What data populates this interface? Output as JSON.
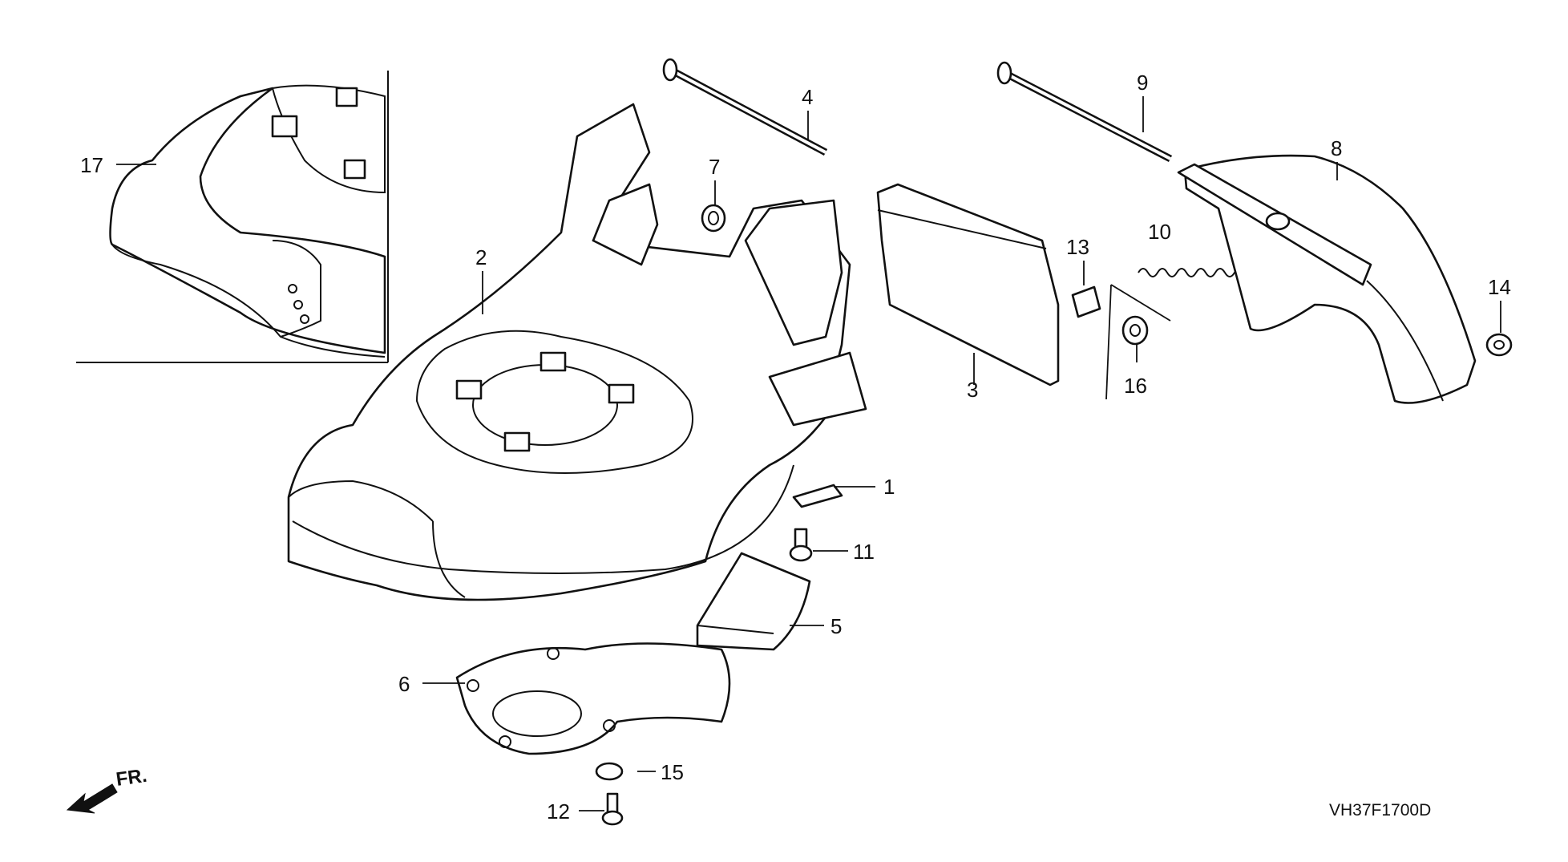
{
  "diagram": {
    "code": "VH37F1700D",
    "direction_label": "FR.",
    "callouts": {
      "c1": "1",
      "c2": "2",
      "c3": "3",
      "c4": "4",
      "c5": "5",
      "c6": "6",
      "c7": "7",
      "c8": "8",
      "c9": "9",
      "c10": "10",
      "c11": "11",
      "c12": "12",
      "c13": "13",
      "c14": "14",
      "c15": "15",
      "c16": "16",
      "c17": "17"
    }
  }
}
